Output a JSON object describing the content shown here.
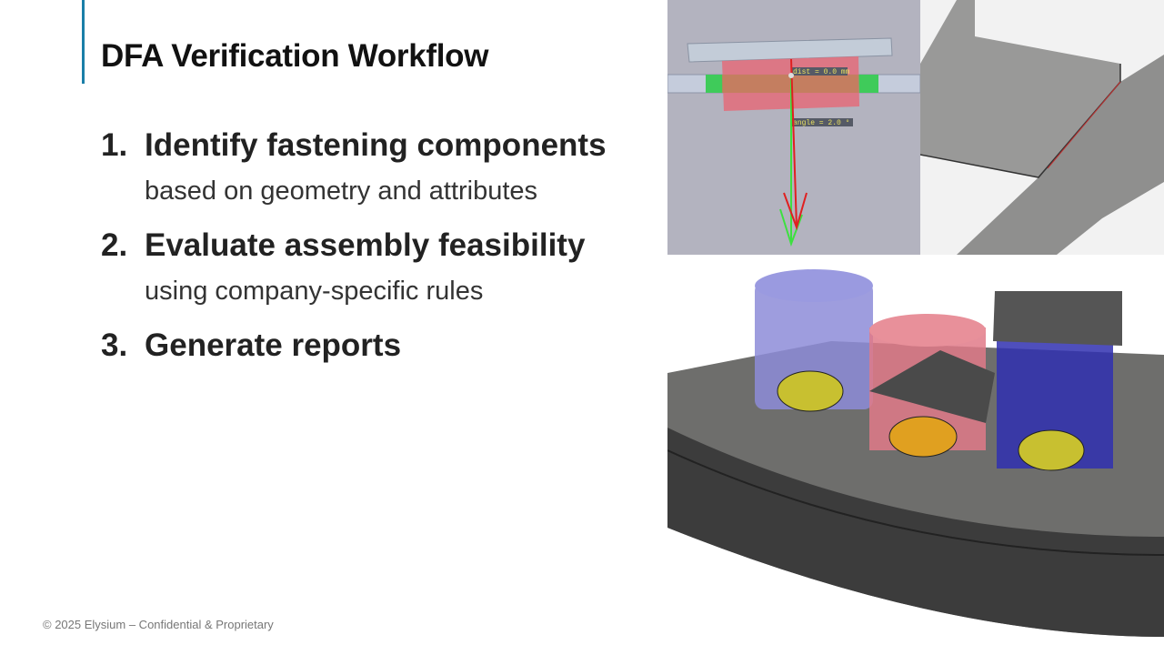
{
  "slide": {
    "title": "DFA Verification Workflow",
    "steps": [
      {
        "number": "1.",
        "heading": "Identify fastening components",
        "detail": "based on geometry and attributes"
      },
      {
        "number": "2.",
        "heading": "Evaluate assembly feasibility",
        "detail": "using company-specific rules"
      },
      {
        "number": "3.",
        "heading": "Generate reports",
        "detail": ""
      }
    ],
    "footer": "© 2025 Elysium – Confidential & Proprietary",
    "accent_color": "#1a7fa8"
  },
  "images": {
    "measurement_view": {
      "dist_label": "dist = 0.0 mm",
      "angle_label": "angle = 2.0 °"
    }
  }
}
